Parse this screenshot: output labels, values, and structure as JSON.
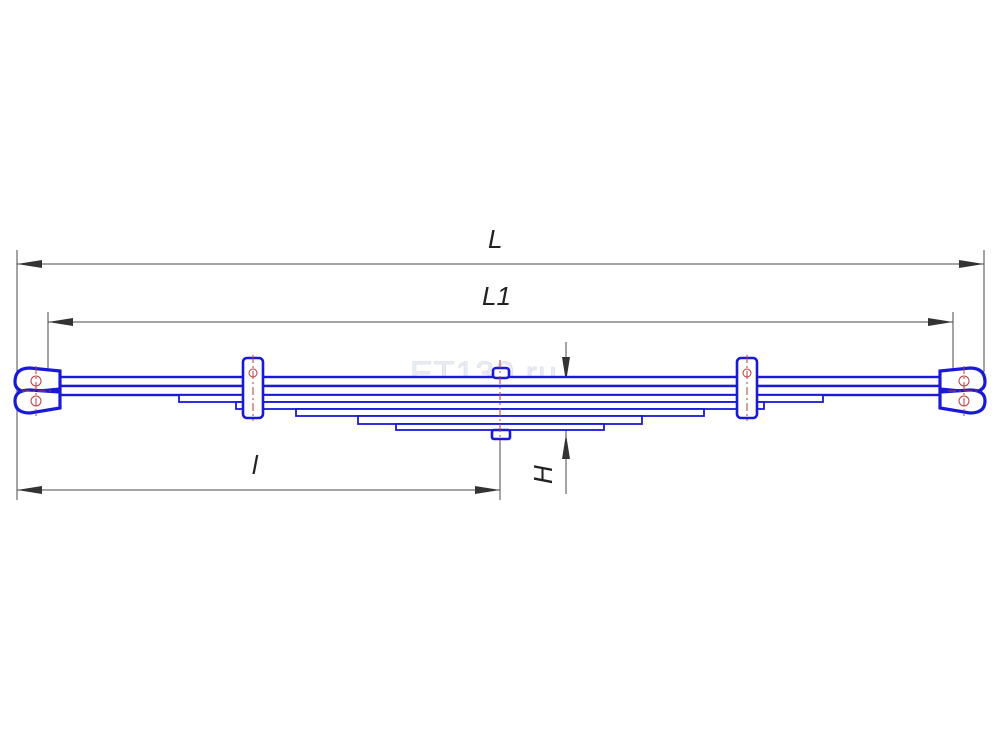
{
  "dimensions": {
    "overall_length_label": "L",
    "eye_center_length_label": "L1",
    "half_length_label": "l",
    "height_label": "H"
  },
  "watermark": "ET130.ru",
  "colors": {
    "spring_outline": "#1a1ad6",
    "center_line": "#c23b3b",
    "dimension_line": "#4a4a4a"
  }
}
